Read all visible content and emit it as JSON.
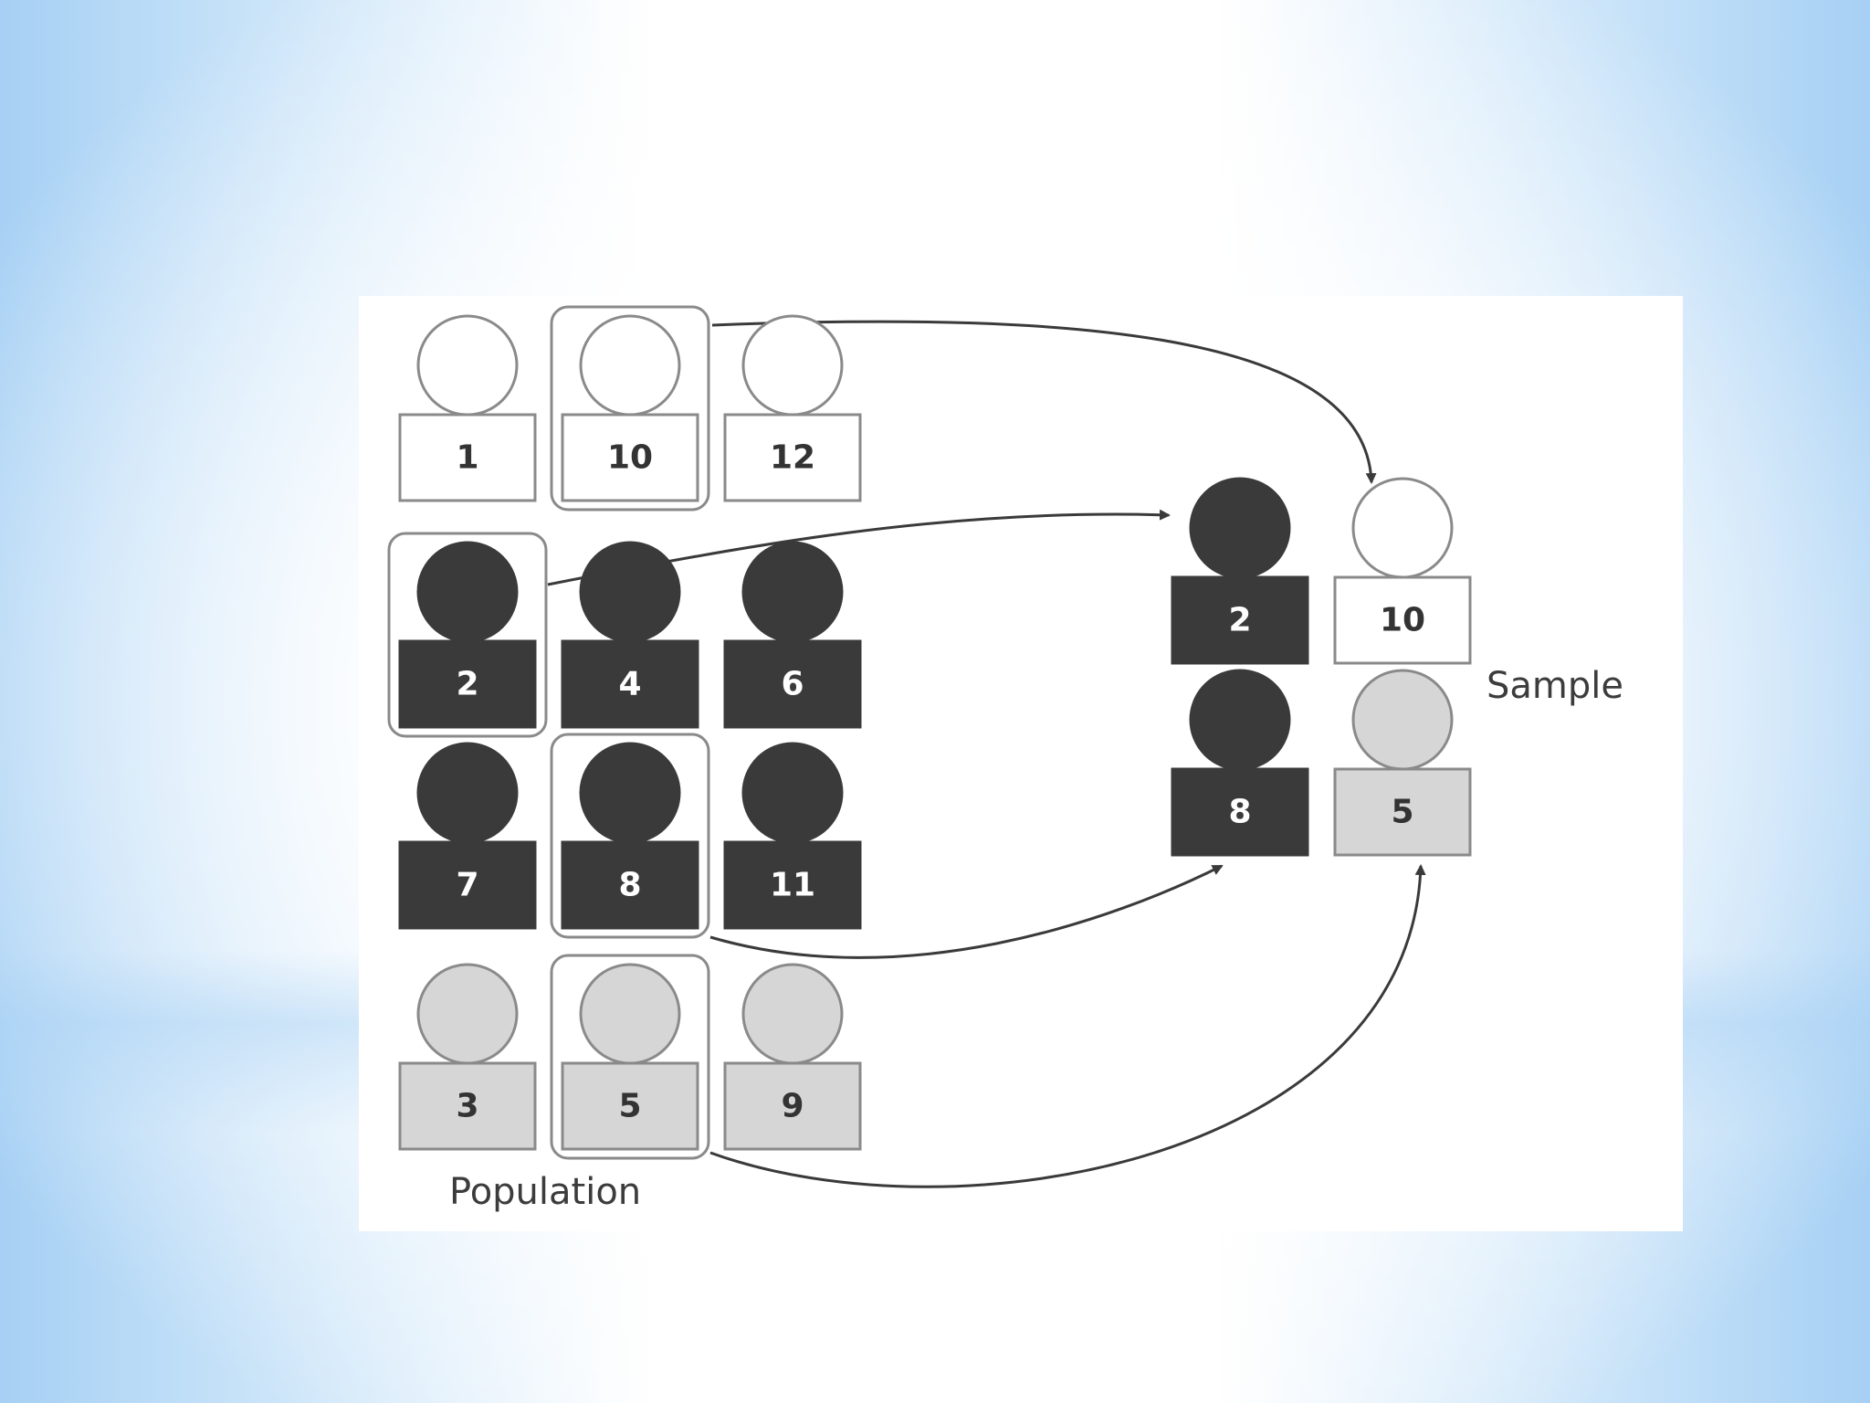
{
  "colors": {
    "white": "#ffffff",
    "dark": "#3a3a3a",
    "gray": "#d6d6d6",
    "outline": "#8a8a8a",
    "arrow": "#3a3a3a"
  },
  "population": {
    "label": "Population",
    "members": [
      {
        "id": "1",
        "group": "white"
      },
      {
        "id": "10",
        "group": "white",
        "selected": true
      },
      {
        "id": "12",
        "group": "white"
      },
      {
        "id": "2",
        "group": "dark",
        "selected": true
      },
      {
        "id": "4",
        "group": "dark"
      },
      {
        "id": "6",
        "group": "dark"
      },
      {
        "id": "7",
        "group": "dark"
      },
      {
        "id": "8",
        "group": "dark",
        "selected": true
      },
      {
        "id": "11",
        "group": "dark"
      },
      {
        "id": "3",
        "group": "gray"
      },
      {
        "id": "5",
        "group": "gray",
        "selected": true
      },
      {
        "id": "9",
        "group": "gray"
      }
    ]
  },
  "sample": {
    "label": "Sample",
    "members": [
      {
        "id": "2",
        "group": "dark"
      },
      {
        "id": "10",
        "group": "white"
      },
      {
        "id": "8",
        "group": "dark"
      },
      {
        "id": "5",
        "group": "gray"
      }
    ]
  },
  "arrows": [
    {
      "from": "10",
      "to": "10"
    },
    {
      "from": "2",
      "to": "2"
    },
    {
      "from": "8",
      "to": "8"
    },
    {
      "from": "5",
      "to": "5"
    }
  ]
}
